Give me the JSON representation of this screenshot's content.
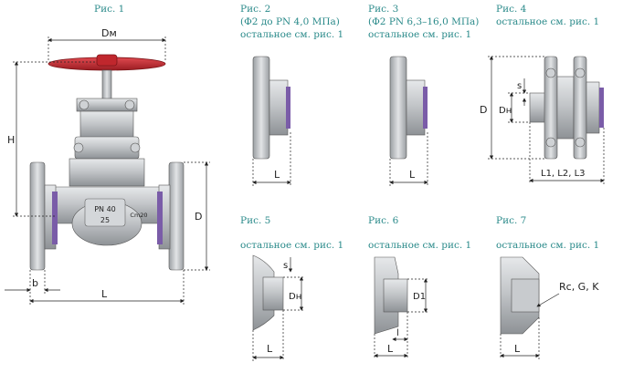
{
  "figures": [
    {
      "id": "fig1",
      "title": "Рис. 1"
    },
    {
      "id": "fig2",
      "title": "Рис. 2",
      "lines": [
        "(Ф2 до PN 4,0 МПа)",
        "остальное см. рис. 1"
      ]
    },
    {
      "id": "fig3",
      "title": "Рис. 3",
      "lines": [
        "(Ф2 PN 6,3–16,0 МПа)",
        "остальное см. рис. 1"
      ]
    },
    {
      "id": "fig4",
      "title": "Рис. 4",
      "lines": [
        "остальное см. рис. 1"
      ]
    },
    {
      "id": "fig5",
      "title": "Рис. 5",
      "lines": [
        "остальное см. рис. 1"
      ]
    },
    {
      "id": "fig6",
      "title": "Рис. 6",
      "lines": [
        "остальное см. рис. 1"
      ]
    },
    {
      "id": "fig7",
      "title": "Рис. 7",
      "lines": [
        "остальное см. рис. 1"
      ]
    }
  ],
  "dims": {
    "Dm": "Dм",
    "H": "H",
    "D": "D",
    "L": "L",
    "b": "b",
    "s": "s",
    "Dn": "Dн",
    "D1": "D1",
    "l": "l",
    "L123": "L1, L2, L3",
    "thread": "Rc, G, K"
  },
  "body_markings": {
    "pn": "PN 40",
    "dn": "25",
    "material": "Cm20"
  },
  "colors": {
    "caption": "#2a8a8a",
    "metal": "#b9bcbf",
    "handwheel": "#c0272d",
    "gasket": "#7a5ca8"
  }
}
